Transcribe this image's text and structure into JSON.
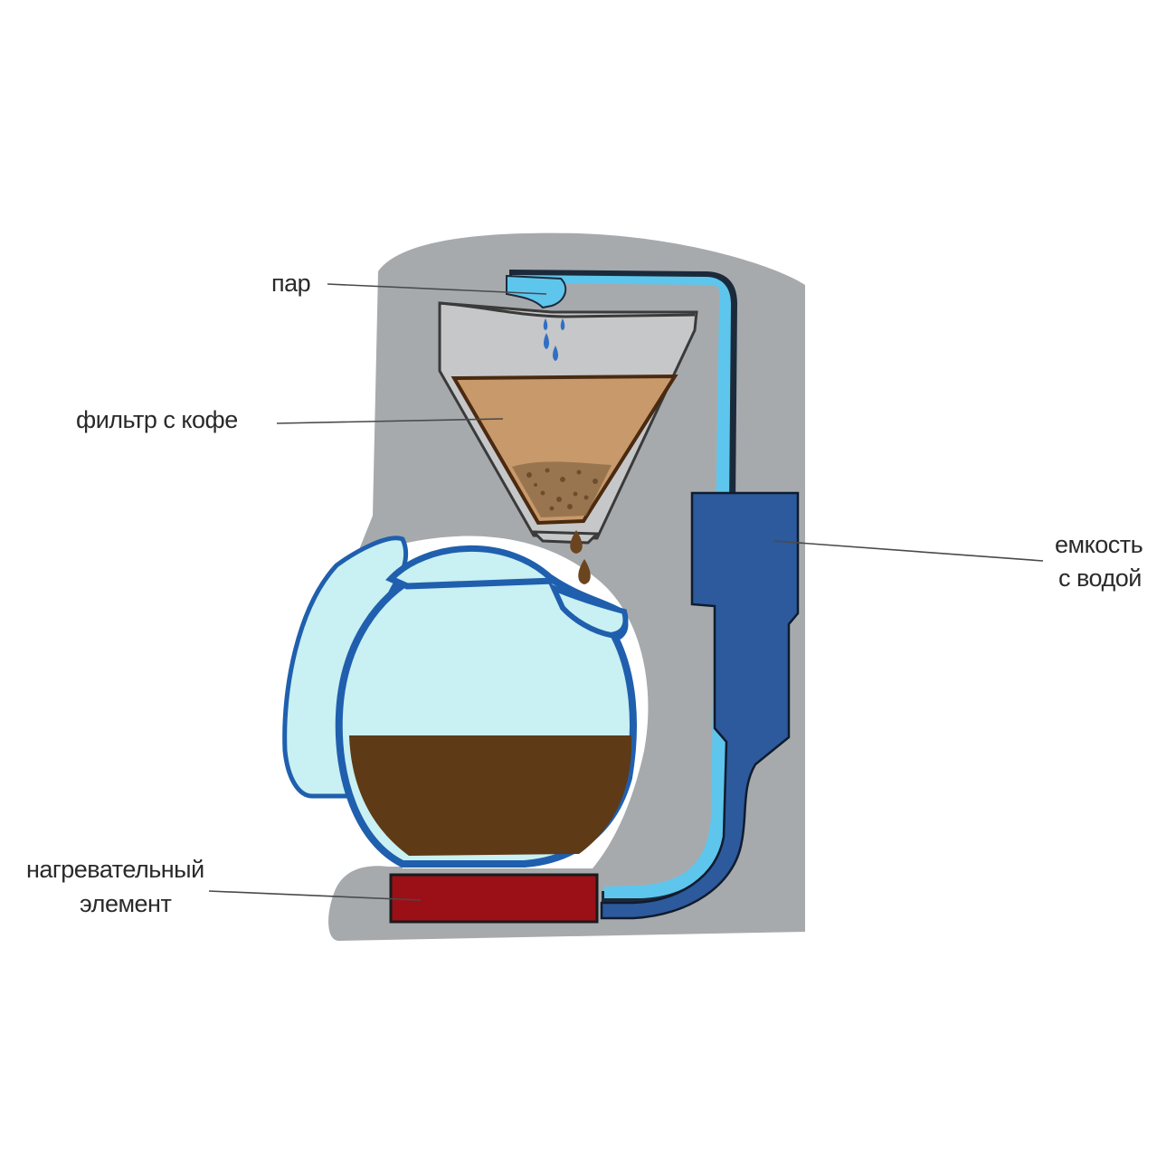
{
  "labels": {
    "steam": "пар",
    "filter": "фильтр с кофе",
    "tank_line1": "емкость",
    "tank_line2": "с водой",
    "heater_line1": "нагревательный",
    "heater_line2": "элемент"
  },
  "colors": {
    "housing": "#a7aaad",
    "water_light": "#5ec6ec",
    "water_tank": "#2c5a9c",
    "pot_outline": "#1f5fae",
    "pot_glass": "#c9f0f2",
    "coffee_liquid": "#5e3a17",
    "coffee_grounds": "#c8996b",
    "heater": "#9b0f17",
    "filter_body": "#c6c7c9"
  }
}
